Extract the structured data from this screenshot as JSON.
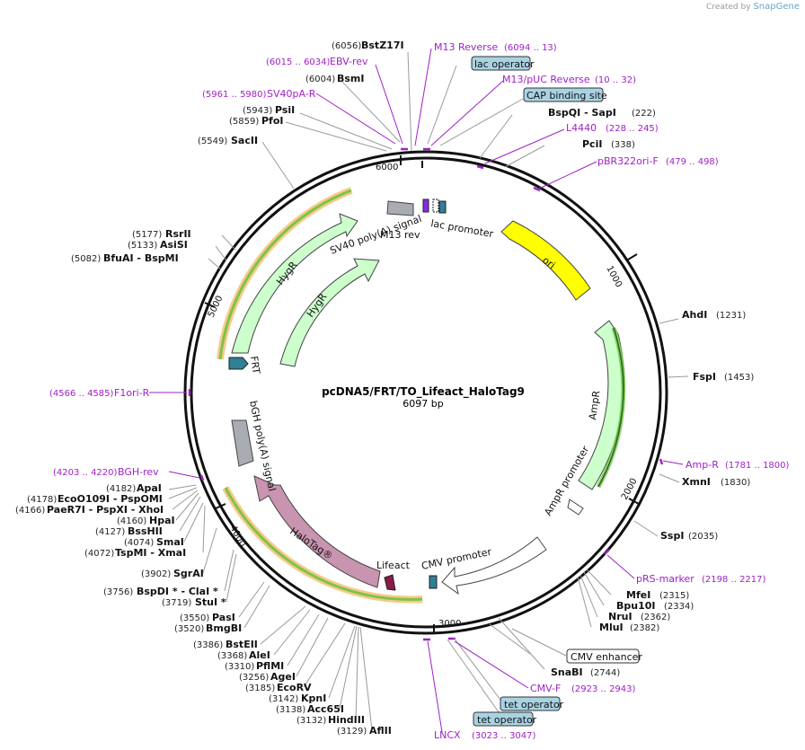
{
  "credit": {
    "prefix": "Created by",
    "brand": "SnapGene"
  },
  "plasmid": {
    "name": "pcDNA5/FRT/TO_Lifeact_HaloTag9",
    "size": "6097 bp"
  },
  "ticks": [
    "6000",
    "1000",
    "2000",
    "3000",
    "4000",
    "5000"
  ],
  "colors": {
    "primer": "#a020c8",
    "ori": "#ffff00",
    "amp": "#ccffcc",
    "halo": "#c894b0",
    "lifeact": "#8b1a4a",
    "gray": "#a9adb3",
    "teal": "#2f7f96",
    "box": "#a9d3e3"
  },
  "enzymes": [
    {
      "pos": "(6056)",
      "name": "BstZ17I"
    },
    {
      "pos": "(6004)",
      "name": "BsmI"
    },
    {
      "pos": "(5943)",
      "name": "PsiI"
    },
    {
      "pos": "(5859)",
      "name": "PfoI"
    },
    {
      "pos": "(5549)",
      "name": "SacII"
    },
    {
      "pos": "(5177)",
      "name": "RsrII"
    },
    {
      "pos": "(5133)",
      "name": "AsiSI"
    },
    {
      "pos": "(5082)",
      "name": "BfuAI  - BspMI"
    },
    {
      "pos": "(4182)",
      "name": "ApaI"
    },
    {
      "pos": "(4178)",
      "name": "EcoO109I  - PspOMI"
    },
    {
      "pos": "(4166)",
      "name": "PaeR7I  - PspXI  - XhoI"
    },
    {
      "pos": "(4160)",
      "name": "HpaI"
    },
    {
      "pos": "(4127)",
      "name": "BssHII"
    },
    {
      "pos": "(4074)",
      "name": "SmaI"
    },
    {
      "pos": "(4072)",
      "name": "TspMI  - XmaI"
    },
    {
      "pos": "(3902)",
      "name": "SgrAI"
    },
    {
      "pos": "(3756)",
      "name": "BspDI *  - ClaI *"
    },
    {
      "pos": "(3719)",
      "name": "StuI *"
    },
    {
      "pos": "(3550)",
      "name": "PasI"
    },
    {
      "pos": "(3520)",
      "name": "BmgBI"
    },
    {
      "pos": "(3386)",
      "name": "BstEII"
    },
    {
      "pos": "(3368)",
      "name": "AleI"
    },
    {
      "pos": "(3310)",
      "name": "PflMI"
    },
    {
      "pos": "(3256)",
      "name": "AgeI"
    },
    {
      "pos": "(3185)",
      "name": "EcoRV"
    },
    {
      "pos": "(3142)",
      "name": "KpnI"
    },
    {
      "pos": "(3138)",
      "name": "Acc65I"
    },
    {
      "pos": "(3132)",
      "name": "HindIII"
    },
    {
      "pos": "(3129)",
      "name": "AflII"
    },
    {
      "pos": "(222)",
      "name": "BspQI  - SapI"
    },
    {
      "pos": "(338)",
      "name": "PciI"
    },
    {
      "pos": "(1231)",
      "name": "AhdI"
    },
    {
      "pos": "(1453)",
      "name": "FspI"
    },
    {
      "pos": "(1830)",
      "name": "XmnI"
    },
    {
      "pos": "(2035)",
      "name": "SspI"
    },
    {
      "pos": "(2315)",
      "name": "MfeI"
    },
    {
      "pos": "(2334)",
      "name": "Bpu10I"
    },
    {
      "pos": "(2362)",
      "name": "NruI"
    },
    {
      "pos": "(2382)",
      "name": "MluI"
    },
    {
      "pos": "(2744)",
      "name": "SnaBI"
    }
  ],
  "primers": [
    {
      "name": "M13 Reverse",
      "range": "(6094 .. 13)"
    },
    {
      "name": "EBV-rev",
      "range": "(6015 .. 6034)"
    },
    {
      "name": "M13/pUC Reverse",
      "range": "(10 .. 32)"
    },
    {
      "name": "SV40pA-R",
      "range": "(5961 .. 5980)"
    },
    {
      "name": "L4440",
      "range": "(228 .. 245)"
    },
    {
      "name": "pBR322ori-F",
      "range": "(479 .. 498)"
    },
    {
      "name": "F1ori-R",
      "range": "(4566 .. 4585)"
    },
    {
      "name": "Amp-R",
      "range": "(1781 .. 1800)"
    },
    {
      "name": "BGH-rev",
      "range": "(4203 .. 4220)"
    },
    {
      "name": "pRS-marker",
      "range": "(2198 .. 2217)"
    },
    {
      "name": "CMV-F",
      "range": "(2923 .. 2943)"
    },
    {
      "name": "LNCX",
      "range": "(3023 .. 3047)"
    }
  ],
  "boxes": [
    "lac operator",
    "CAP binding site",
    "CMV enhancer",
    "tet operator",
    "tet operator"
  ],
  "features": [
    "ori",
    "AmpR",
    "AmpR promoter",
    "CMV promoter",
    "Lifeact",
    "HaloTag®",
    "bGH poly(A) signal",
    "FRT",
    "HygR",
    "HygR",
    "SV40 poly(A) signal",
    "lac promoter",
    "M13 rev"
  ]
}
